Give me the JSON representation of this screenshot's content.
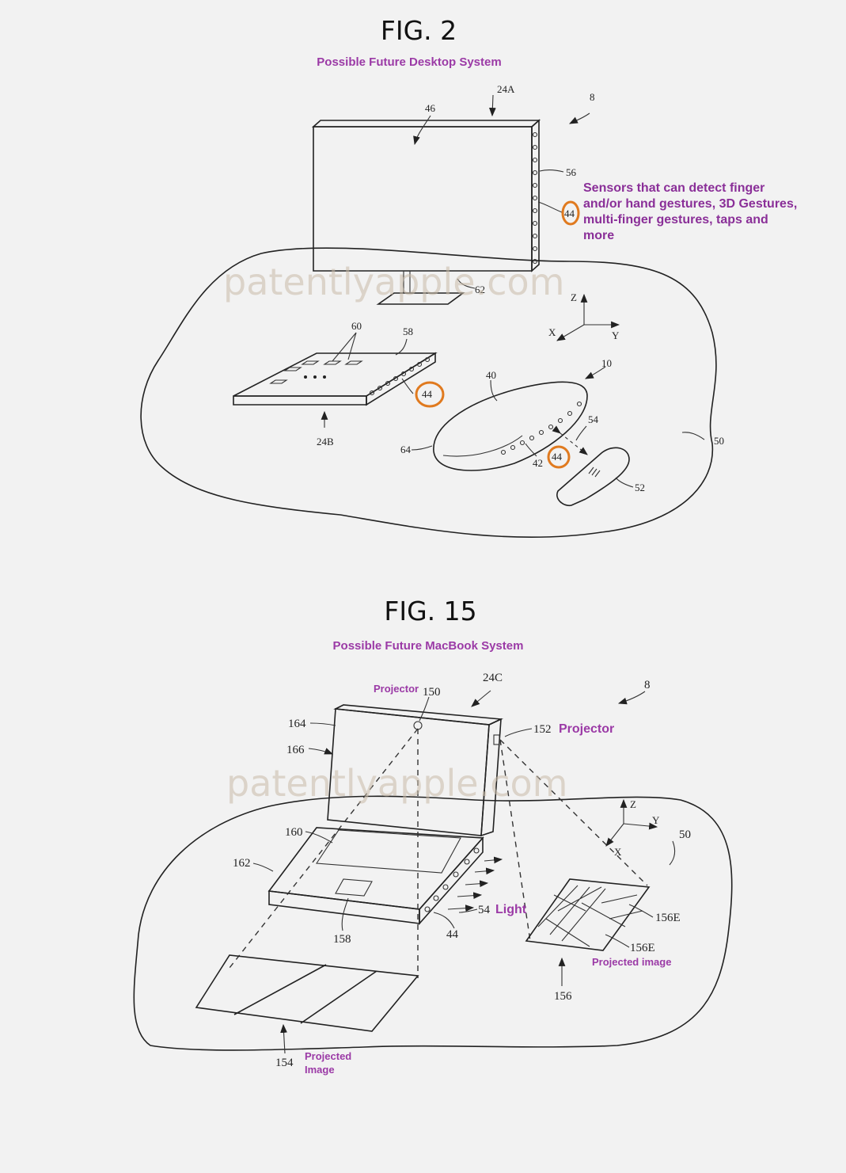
{
  "fig2": {
    "title": "FIG. 2",
    "subtitle": "Possible Future Desktop System",
    "refs": {
      "r24A": "24A",
      "r8": "8",
      "r46": "46",
      "r56": "56",
      "r44a": "44",
      "r62": "62",
      "z": "Z",
      "x": "X",
      "y": "Y",
      "r60": "60",
      "r58": "58",
      "r44b": "44",
      "r24B": "24B",
      "r40": "40",
      "r10": "10",
      "r54": "54",
      "r64": "64",
      "r42": "42",
      "r44c": "44",
      "r52": "52",
      "r50": "50"
    },
    "note_lines": [
      "Sensors that can detect finger",
      "and/or hand gestures, 3D Gestures,",
      "multi-finger gestures,  taps and",
      "more"
    ],
    "highlight_color": "#e07a1f"
  },
  "fig15": {
    "title": "FIG. 15",
    "subtitle": "Possible Future MacBook System",
    "refs": {
      "r150": "150",
      "r24C": "24C",
      "r8": "8",
      "r164": "164",
      "r166": "166",
      "r152": "152",
      "z": "Z",
      "y": "Y",
      "x": "X",
      "r50": "50",
      "r160": "160",
      "r162": "162",
      "r54": "54",
      "r156E_a": "156E",
      "r158": "158",
      "r44": "44",
      "r156E_b": "156E",
      "r156": "156",
      "r154": "154"
    },
    "labels": {
      "projector_top": "Projector",
      "projector_side": "Projector",
      "light": "Light",
      "projected_image_right": "Projected image",
      "projected_left_1": "Projected",
      "projected_left_2": "Image"
    }
  },
  "watermark": "patentlyapple.com",
  "accent_color": "#9b3aa6"
}
